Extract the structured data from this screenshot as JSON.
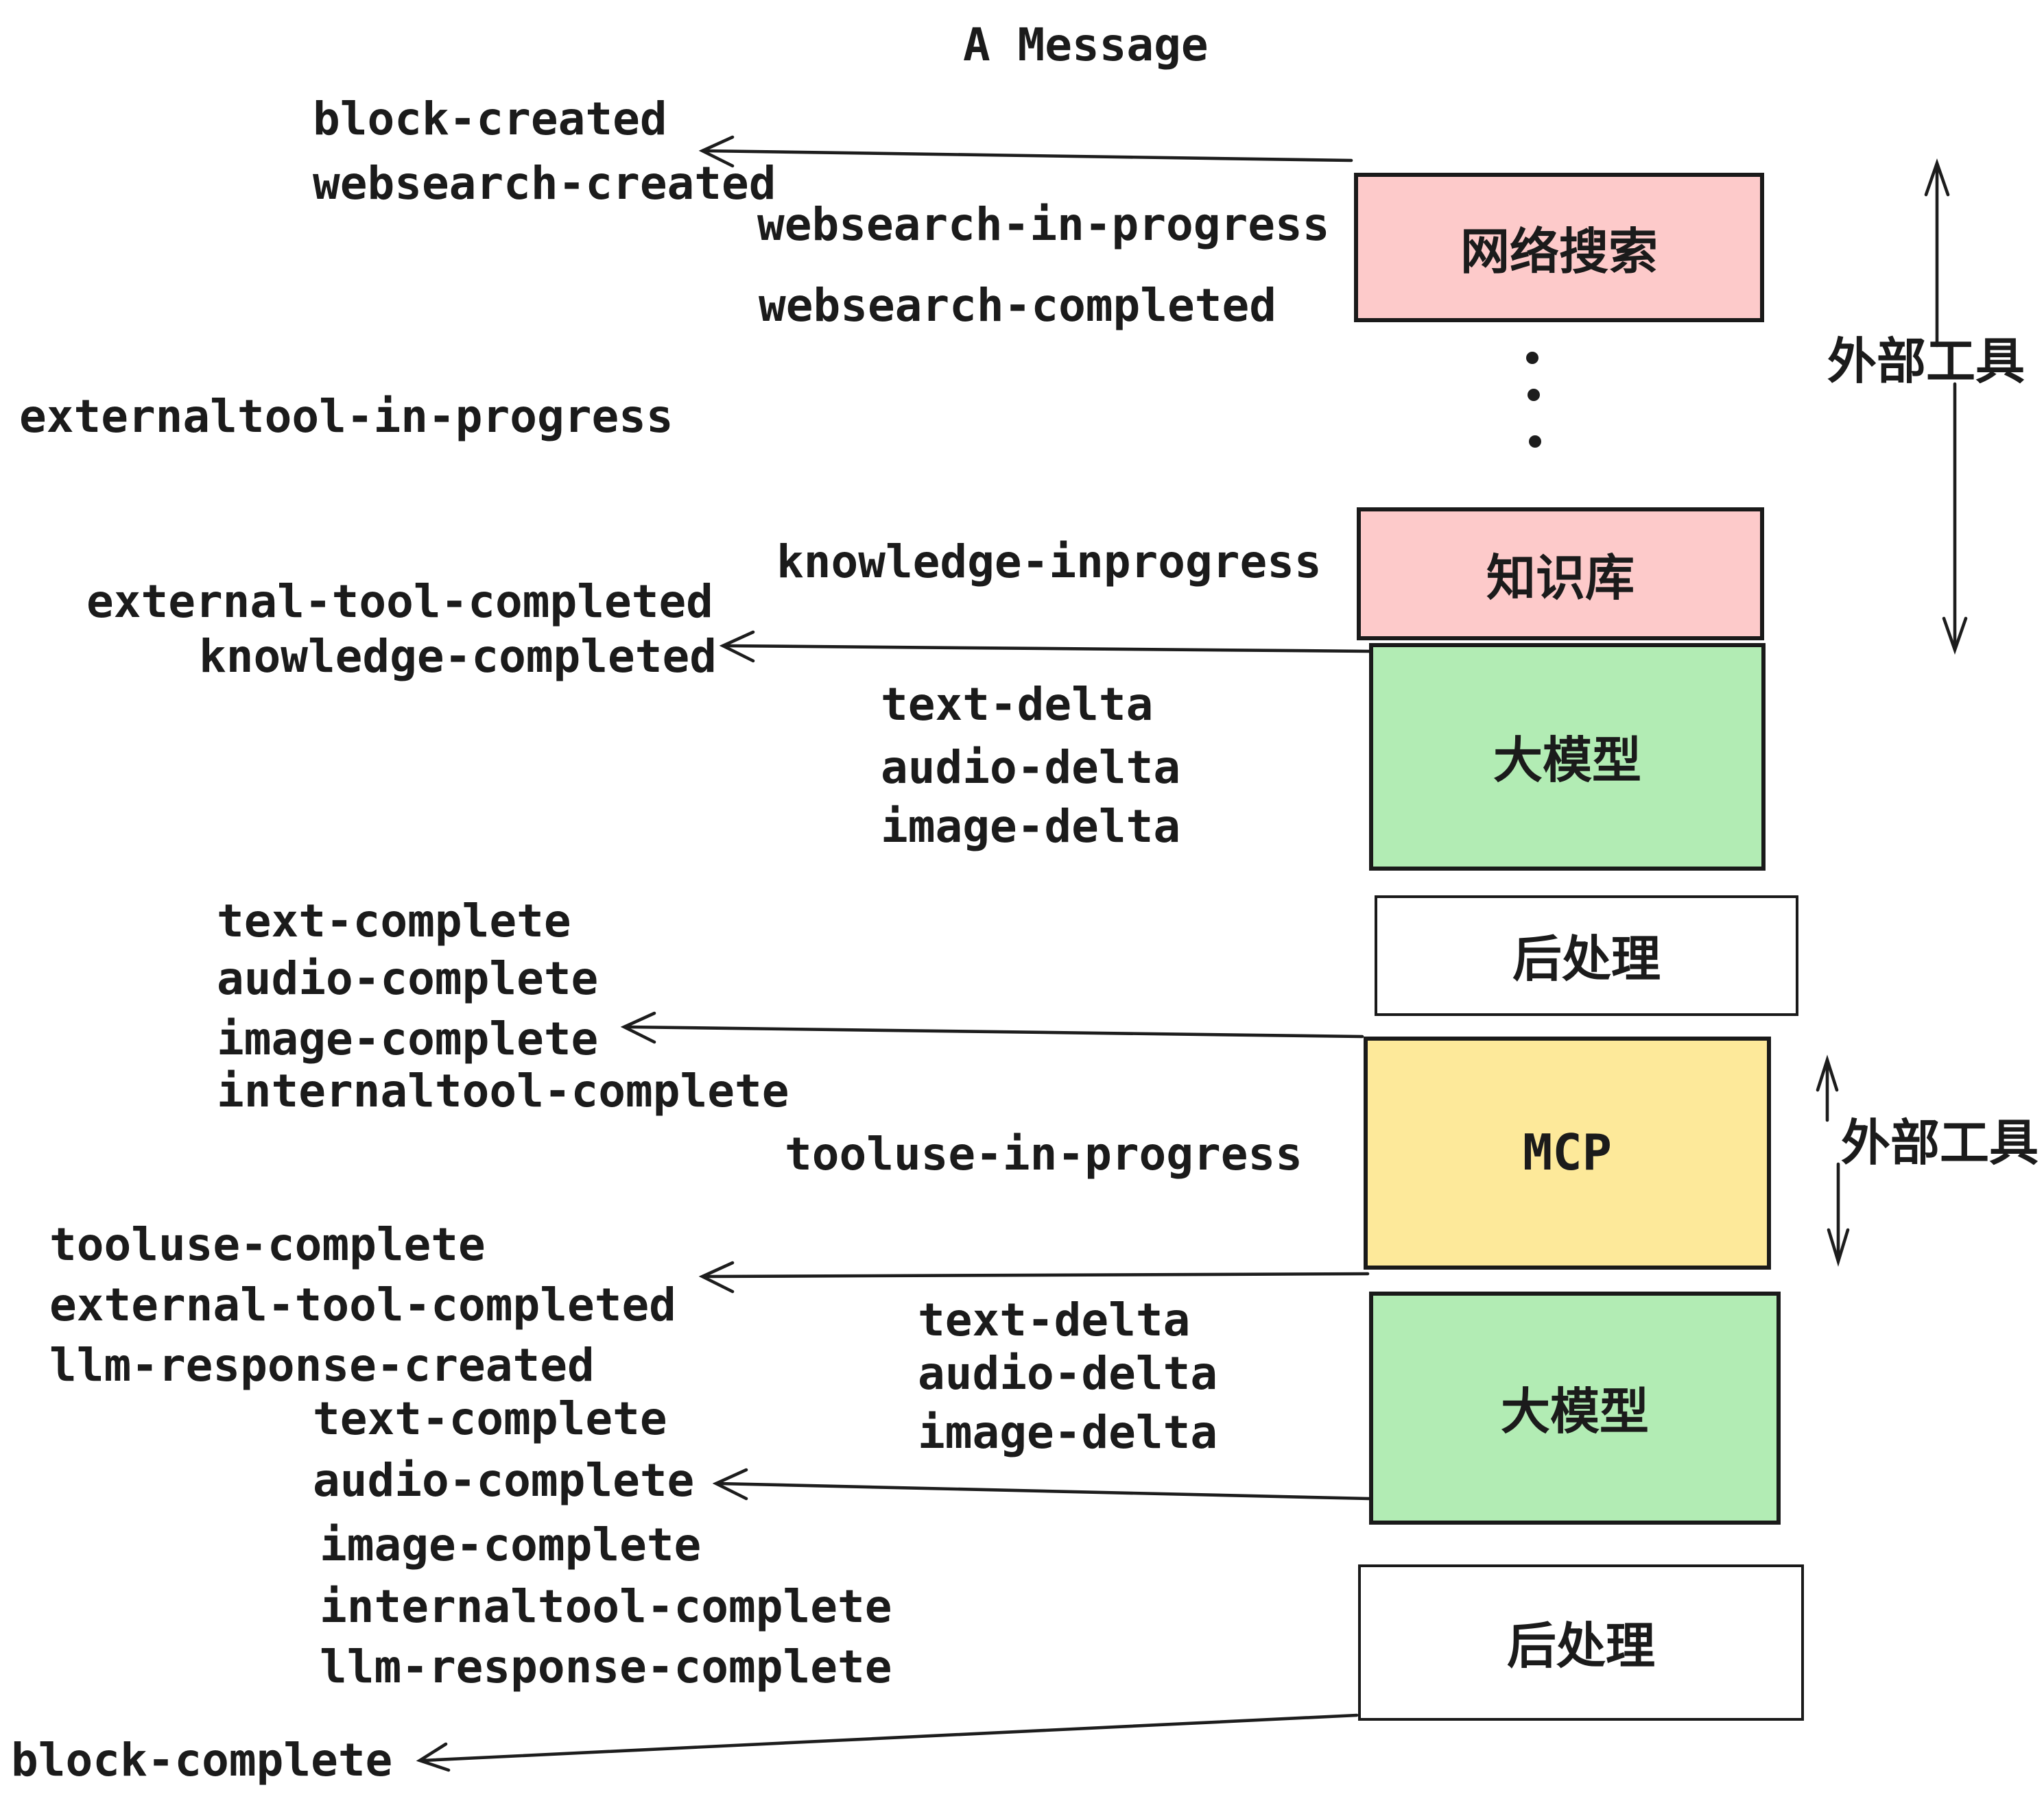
{
  "title": "A Message",
  "colors": {
    "pink": "#fdcaca",
    "green": "#b2ecb4",
    "yellow": "#fde99a",
    "white": "#ffffff",
    "border": "#1a1a1a",
    "ink": "#1b1b1b"
  },
  "boxes": [
    {
      "label": "网络搜索",
      "color": "pink"
    },
    {
      "label": "知识库",
      "color": "pink"
    },
    {
      "label": "大模型",
      "color": "green"
    },
    {
      "label": "后处理",
      "color": "white"
    },
    {
      "label": "MCP",
      "color": "yellow"
    },
    {
      "label": "大模型",
      "color": "green"
    },
    {
      "label": "后处理",
      "color": "white"
    }
  ],
  "side_labels": [
    {
      "text": "外部工具"
    },
    {
      "text": "外部工具"
    }
  ],
  "events": [
    {
      "text": "block-created"
    },
    {
      "text": "websearch-created"
    },
    {
      "text": "websearch-in-progress"
    },
    {
      "text": "websearch-completed"
    },
    {
      "text": "externaltool-in-progress"
    },
    {
      "text": "knowledge-inprogress"
    },
    {
      "text": "external-tool-completed"
    },
    {
      "text": "knowledge-completed"
    },
    {
      "text": "text-delta"
    },
    {
      "text": "audio-delta"
    },
    {
      "text": "image-delta"
    },
    {
      "text": "text-complete"
    },
    {
      "text": "audio-complete"
    },
    {
      "text": "image-complete"
    },
    {
      "text": "internaltool-complete"
    },
    {
      "text": "tooluse-in-progress"
    },
    {
      "text": "tooluse-complete"
    },
    {
      "text": "external-tool-completed"
    },
    {
      "text": "llm-response-created"
    },
    {
      "text": "text-complete"
    },
    {
      "text": "audio-complete"
    },
    {
      "text": "image-complete"
    },
    {
      "text": "internaltool-complete"
    },
    {
      "text": "llm-response-complete"
    },
    {
      "text": "block-complete"
    },
    {
      "text": "text-delta"
    },
    {
      "text": "audio-delta"
    },
    {
      "text": "image-delta"
    }
  ]
}
